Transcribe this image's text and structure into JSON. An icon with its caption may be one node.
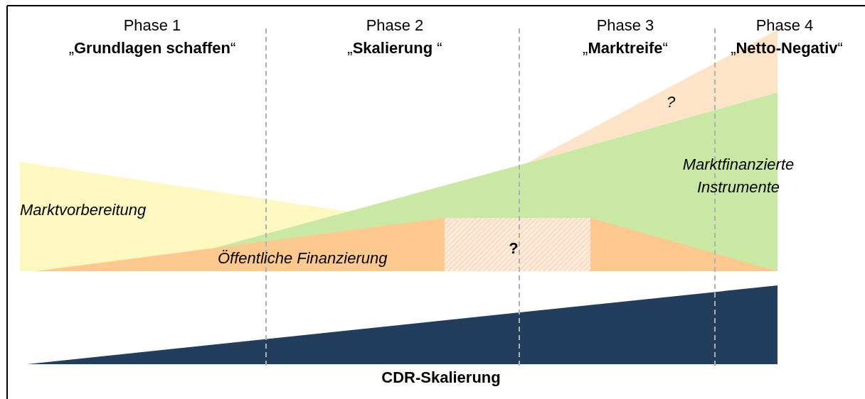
{
  "diagram": {
    "labels": [
      "Phase 1",
      "„**Grundlagen schaffen**“",
      "Phase 2",
      "„**Skalierung** “",
      "Phase 3",
      "„**Marktreife**“",
      "Phase 4",
      "„**Netto-Negativ**“",
      "?",
      "Marktfinanzierte Instrumente",
      "Marktvorbereitung",
      "?",
      "Öffentliche Finanzierung",
      "CDR-Skalierung"
    ]
  }
}
